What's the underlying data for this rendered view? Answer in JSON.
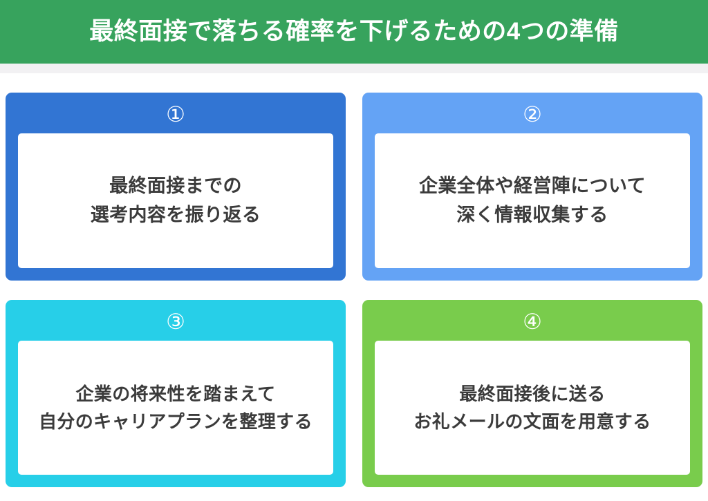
{
  "header": {
    "title": "最終面接で落ちる確率を下げるための4つの準備",
    "background_color": "#37a35d",
    "text_color": "#ffffff",
    "underbar_color": "#f2f1f3"
  },
  "cards": [
    {
      "number": "①",
      "color": "#3275d3",
      "line1": "最終面接までの",
      "line2": "選考内容を振り返る"
    },
    {
      "number": "②",
      "color": "#64a3f5",
      "line1": "企業全体や経営陣について",
      "line2": "深く情報収集する"
    },
    {
      "number": "③",
      "color": "#27cfe8",
      "line1": "企業の将来性を踏まえて",
      "line2": "自分のキャリアプランを整理する"
    },
    {
      "number": "④",
      "color": "#79cc4c",
      "line1": "最終面接後に送る",
      "line2": "お礼メールの文面を用意する"
    }
  ]
}
